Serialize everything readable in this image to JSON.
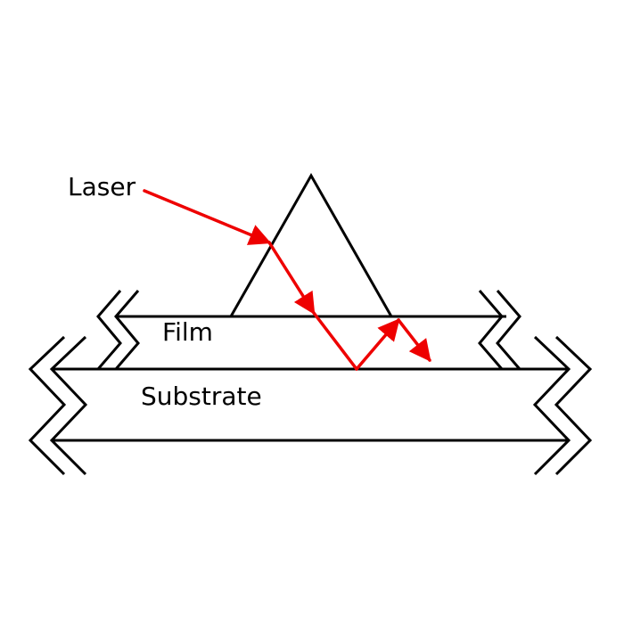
{
  "labels": {
    "laser": "Laser",
    "film": "Film",
    "substrate": "Substrate"
  },
  "colors": {
    "outline": "#000000",
    "beam": "#ee0000"
  }
}
